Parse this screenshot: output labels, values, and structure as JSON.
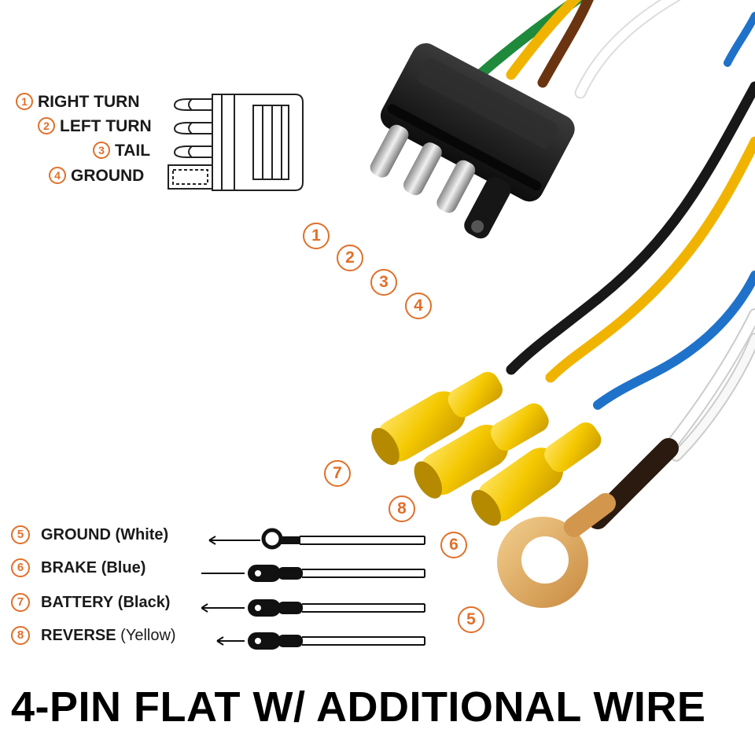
{
  "title": "4-PIN FLAT W/ ADDITIONAL WIRE",
  "pin_legend": [
    {
      "num": "1",
      "label": "RIGHT TURN"
    },
    {
      "num": "2",
      "label": "LEFT TURN"
    },
    {
      "num": "3",
      "label": "TAIL"
    },
    {
      "num": "4",
      "label": "GROUND"
    }
  ],
  "wire_legend": [
    {
      "num": "5",
      "name": "GROUND",
      "color": "(White)",
      "terminal": "ring"
    },
    {
      "num": "6",
      "name": "BRAKE",
      "color": "(Blue)",
      "terminal": "female-spade"
    },
    {
      "num": "7",
      "name": "BATTERY",
      "color": "(Black)",
      "terminal": "female-spade"
    },
    {
      "num": "8",
      "name": "REVERSE",
      "color": "(Yellow)",
      "terminal": "female-spade"
    }
  ],
  "callouts": [
    "1",
    "2",
    "3",
    "4",
    "5",
    "6",
    "7",
    "8"
  ],
  "colors": {
    "accent_orange": "#e0702a",
    "connector_body": "#1b1b1b",
    "terminal_yellow": "#f2c500",
    "wire_white": "#f4f4f4",
    "wire_blue": "#1f72c9",
    "wire_black": "#181818",
    "wire_yellow": "#f0b400",
    "wire_green": "#1f8a3c",
    "wire_brown": "#6b3410",
    "ring_terminal": "#d9a45a"
  }
}
